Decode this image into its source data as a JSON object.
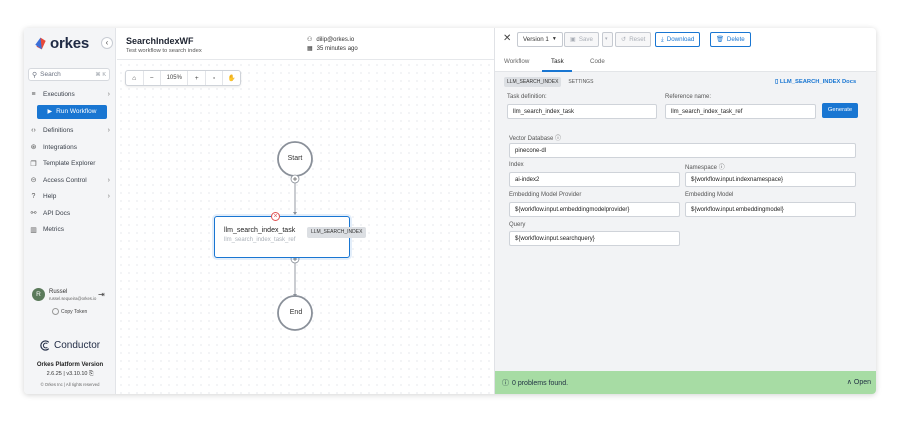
{
  "sidebar": {
    "logo_text": "orkes",
    "search": {
      "placeholder": "Search",
      "shortcut": "⌘ K"
    },
    "items": [
      {
        "label": "Executions",
        "icon": "list-icon",
        "has_chevron": true
      },
      {
        "label": "Definitions",
        "icon": "code-icon",
        "has_chevron": true
      },
      {
        "label": "Integrations",
        "icon": "integrations-icon",
        "has_chevron": false
      },
      {
        "label": "Template Explorer",
        "icon": "template-icon",
        "has_chevron": false
      },
      {
        "label": "Access Control",
        "icon": "lock-icon",
        "has_chevron": true
      },
      {
        "label": "Help",
        "icon": "help-icon",
        "has_chevron": true
      },
      {
        "label": "API Docs",
        "icon": "api-icon",
        "has_chevron": false
      },
      {
        "label": "Metrics",
        "icon": "metrics-icon",
        "has_chevron": false
      }
    ],
    "run_workflow_label": "Run Workflow",
    "user": {
      "initial": "R",
      "name": "Russel",
      "email": "russel.sequeira@orkes.io"
    },
    "copy_token_label": "Copy Token",
    "conductor_label": "Conductor",
    "platform_label": "Orkes Platform Version",
    "version": "2.6.25 | v3.10.10",
    "copyright": "© Orkes Inc | All rights reserved"
  },
  "header": {
    "title": "SearchIndexWF",
    "description": "Test workflow to search index",
    "user_email": "dilip@orkes.io",
    "updated": "35 minutes ago"
  },
  "canvas": {
    "toolbar": {
      "home": "⌂",
      "zoom_out": "−",
      "zoom": "105%",
      "zoom_in": "+",
      "fit": "▫",
      "pan": "✋"
    },
    "start_label": "Start",
    "end_label": "End",
    "task": {
      "name": "llm_search_index_task",
      "ref": "llm_search_index_task_ref",
      "type": "LLM_SEARCH_INDEX"
    }
  },
  "panel": {
    "version_label": "Version 1",
    "save_label": "Save",
    "reset_label": "Reset",
    "download_label": "Download",
    "delete_label": "Delete",
    "tabs": [
      "Workflow",
      "Task",
      "Code"
    ],
    "active_tab": "Task",
    "subtabs": [
      "LLM_SEARCH_INDEX",
      "SETTINGS"
    ],
    "docs_link": "LLM_SEARCH_INDEX Docs",
    "task_definition_label": "Task definition:",
    "task_definition_value": "llm_search_index_task",
    "reference_name_label": "Reference name:",
    "reference_name_value": "llm_search_index_task_ref",
    "generate_label": "Generate",
    "vector_db_label": "Vector Database",
    "vector_db_value": "pinecone-dl",
    "index_label": "Index",
    "index_value": "ai-index2",
    "namespace_label": "Namespace",
    "namespace_value": "${workflow.input.indexnamespace}",
    "emb_provider_label": "Embedding Model Provider",
    "emb_provider_value": "${workflow.input.embeddingmodelprovider}",
    "emb_model_label": "Embedding Model",
    "emb_model_value": "${workflow.input.embeddingmodel}",
    "query_label": "Query",
    "query_value": "${workflow.input.searchquery}",
    "status_text": "0 problems found.",
    "status_open": "Open",
    "colors": {
      "accent": "#1976d2",
      "status_bg": "#a7dca4"
    }
  }
}
